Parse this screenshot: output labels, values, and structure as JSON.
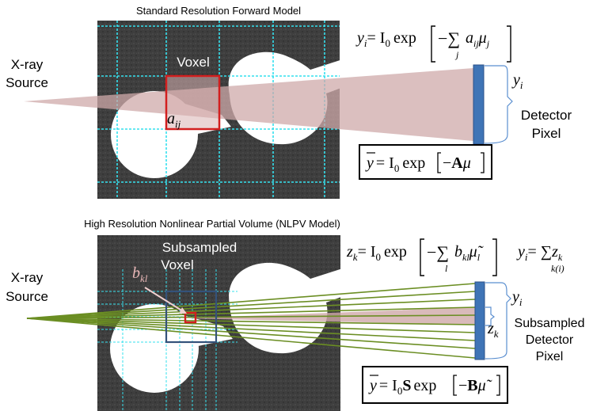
{
  "top_panel": {
    "title": "Standard Resolution Forward Model",
    "source_label_1": "X-ray",
    "source_label_2": "Source",
    "voxel_label": "Voxel",
    "aij_base": "a",
    "aij_sub": "ij",
    "equation": {
      "lhs": "y",
      "lhs_sub": "i",
      "eq": "= I",
      "i0_sub": "0",
      "exp": "exp",
      "minus_sum": "−∑",
      "sum_index": "j",
      "term_a": "a",
      "term_a_sub": "ij",
      "term_mu": "μ",
      "term_mu_sub": "j"
    },
    "yi_label": "y",
    "yi_sub": "i",
    "detector_label_1": "Detector",
    "detector_label_2": "Pixel",
    "boxed_equation": {
      "ybar": "y",
      "eq": "= I",
      "i0_sub": "0",
      "exp": "exp",
      "minus": "−",
      "A": "A",
      "mu": "μ"
    }
  },
  "bottom_panel": {
    "title": "High Resolution Nonlinear Partial Volume (NLPV Model)",
    "source_label_1": "X-ray",
    "source_label_2": "Source",
    "subsampled_label_1": "Subsampled",
    "subsampled_label_2": "Voxel",
    "bkl_base": "b",
    "bkl_sub": "kl",
    "equation_z": {
      "lhs": "z",
      "lhs_sub": "k",
      "eq": "= I",
      "i0_sub": "0",
      "exp": "exp",
      "minus_sum": "−∑",
      "sum_index": "l",
      "term_b": "b",
      "term_b_sub": "kl",
      "term_mu": "μ̃",
      "term_mu_sub": "l"
    },
    "equation_y": {
      "lhs": "y",
      "lhs_sub": "i",
      "eq": "= ∑",
      "sum_index": "k(i)",
      "term": "z",
      "term_sub": "k"
    },
    "yi_label": "y",
    "yi_sub": "i",
    "zk_label": "z",
    "zk_sub": "k",
    "detector_label_1": "Subsampled",
    "detector_label_2": "Detector",
    "detector_label_3": "Pixel",
    "boxed_equation": {
      "ybar": "y",
      "eq": "= I",
      "i0_sub": "0",
      "S": "S",
      "exp": "exp",
      "minus": "−",
      "B": "B",
      "mu": "μ̃"
    }
  },
  "colors": {
    "phantom_bg": "#3e3e3e",
    "grid_cyan": "#35e0ee",
    "beam_pink": "#cfa9a9",
    "voxel_red": "#d21f1f",
    "detector_blue": "#3f74b6",
    "ray_green": "#6b8e23",
    "sub_voxel_navy": "#34527a",
    "bracket_blue": "#5b8fd0"
  }
}
